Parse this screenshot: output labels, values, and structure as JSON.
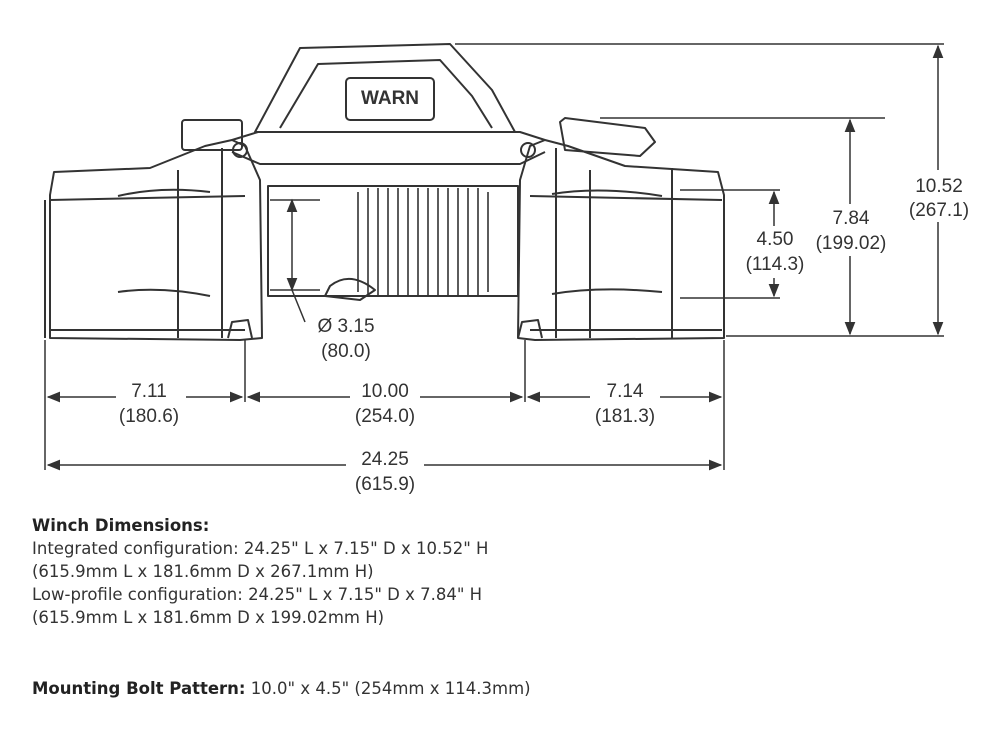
{
  "diagram": {
    "brand_logo": "WARN",
    "dimensions": {
      "height_integrated": {
        "in": "10.52",
        "mm": "(267.1)"
      },
      "height_low_profile": {
        "in": "7.84",
        "mm": "(199.02)"
      },
      "bolt_depth": {
        "in": "4.50",
        "mm": "(114.3)"
      },
      "drum_diameter": {
        "in": "Ø 3.15",
        "mm": "(80.0)"
      },
      "left_end": {
        "in": "7.11",
        "mm": "(180.6)"
      },
      "drum_length": {
        "in": "10.00",
        "mm": "(254.0)"
      },
      "right_end": {
        "in": "7.14",
        "mm": "(181.3)"
      },
      "overall_length": {
        "in": "24.25",
        "mm": "(615.9)"
      }
    }
  },
  "notes": {
    "winch_title": "Winch Dimensions:",
    "integrated_line1": "Integrated configuration: 24.25\" L x 7.15\" D x 10.52\" H",
    "integrated_line2": "(615.9mm L x 181.6mm D x 267.1mm H)",
    "lowprofile_line1": "Low-profile configuration: 24.25\" L x 7.15\" D x 7.84\" H",
    "lowprofile_line2": "(615.9mm L x 181.6mm D x 199.02mm H)",
    "bolt_title": "Mounting Bolt Pattern:",
    "bolt_value": " 10.0\" x 4.5\" (254mm x 114.3mm)"
  }
}
